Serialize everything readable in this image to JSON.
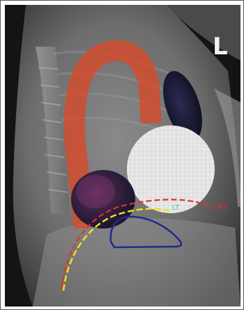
{
  "image": {
    "orientation_marker": "L",
    "labels": {
      "rt": "RT",
      "lt": "LT"
    },
    "colors": {
      "aorta": "#d84a2a",
      "vessel": "#1e2560",
      "mass": "#ececec",
      "rt_line": "#e23030",
      "lt_line": "#f2e11a",
      "stomach_outline": "#1f2a8c",
      "lt_text": "#40c0c0"
    }
  }
}
